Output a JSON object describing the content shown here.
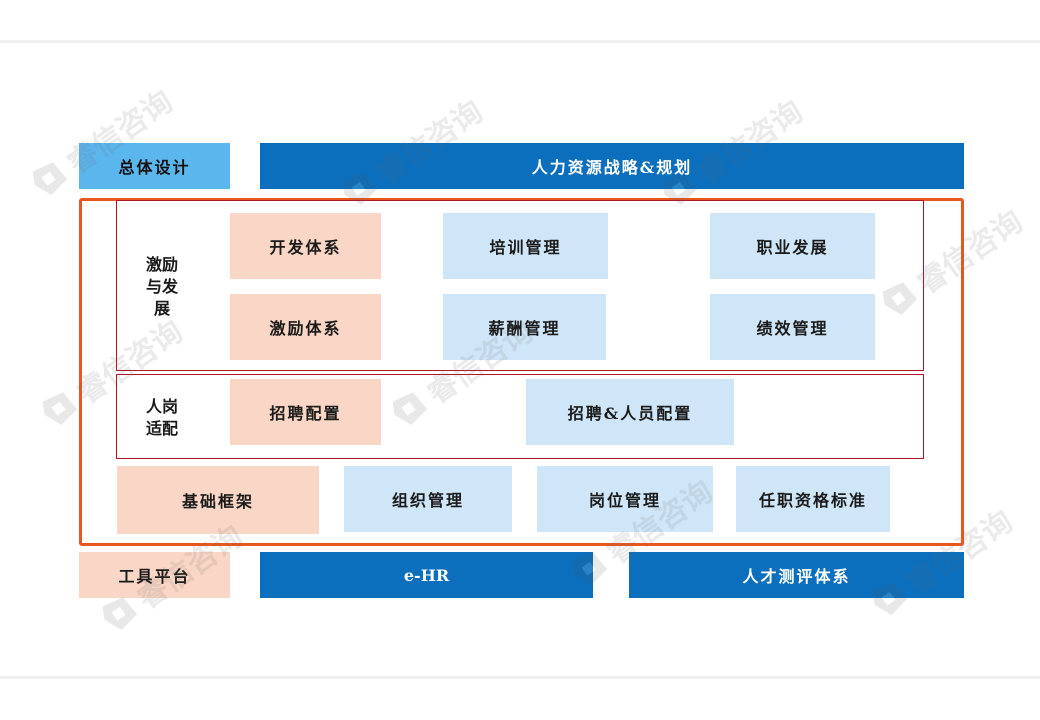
{
  "watermark_text": "睿信咨询",
  "top": {
    "overall_design": "总体设计",
    "strategy": "人力资源战略&规划"
  },
  "incentive": {
    "label": "激励\n与发\n展",
    "row1": [
      "开发体系",
      "培训管理",
      "职业发展"
    ],
    "row2": [
      "激励体系",
      "薪酬管理",
      "绩效管理"
    ]
  },
  "fit": {
    "label": "人岗\n适配",
    "recruit": "招聘配置",
    "recruit_staff": "招聘&人员配置"
  },
  "foundation": {
    "base": "基础框架",
    "items": [
      "组织管理",
      "岗位管理",
      "任职资格标准"
    ]
  },
  "tools": {
    "platform": "工具平台",
    "ehr": "e-HR",
    "assessment": "人才测评体系"
  },
  "colors": {
    "dark_blue": "#0b6fbd",
    "sky_blue": "#5cb6ee",
    "light_blue": "#cfe6f8",
    "peach": "#f9d6c5",
    "orange_frame": "#e9571f",
    "red_frame": "#b0162a"
  }
}
